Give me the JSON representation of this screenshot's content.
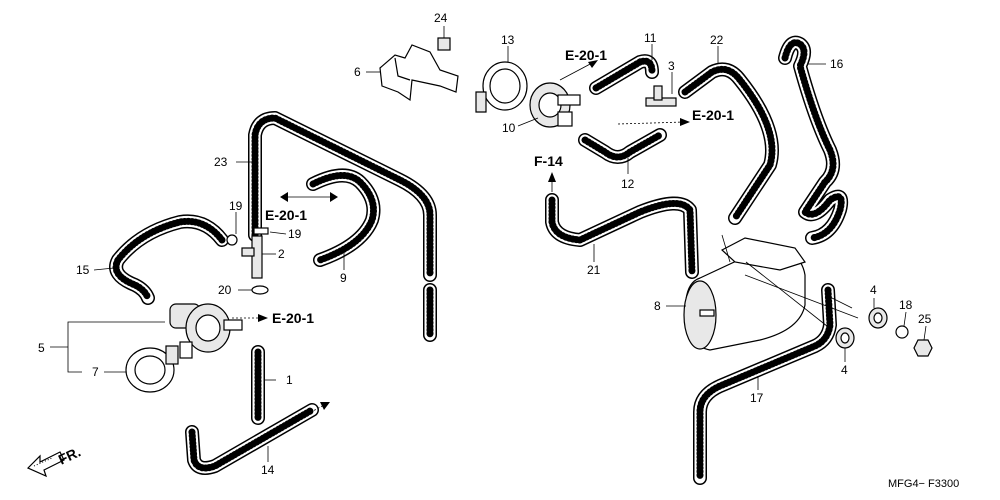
{
  "callouts": [
    {
      "id": "c24",
      "text": "24"
    },
    {
      "id": "c13",
      "text": "13"
    },
    {
      "id": "c11",
      "text": "11"
    },
    {
      "id": "c22",
      "text": "22"
    },
    {
      "id": "c16",
      "text": "16"
    },
    {
      "id": "c6top",
      "text": "6"
    },
    {
      "id": "c3",
      "text": "3"
    },
    {
      "id": "c10",
      "text": "10"
    },
    {
      "id": "c12",
      "text": "12"
    },
    {
      "id": "c23",
      "text": "23"
    },
    {
      "id": "c19a",
      "text": "19"
    },
    {
      "id": "c19b",
      "text": "19"
    },
    {
      "id": "c2",
      "text": "2"
    },
    {
      "id": "c15",
      "text": "15"
    },
    {
      "id": "c20",
      "text": "20"
    },
    {
      "id": "c9",
      "text": "9"
    },
    {
      "id": "c21",
      "text": "21"
    },
    {
      "id": "c8",
      "text": "8"
    },
    {
      "id": "c4a",
      "text": "4"
    },
    {
      "id": "c18",
      "text": "18"
    },
    {
      "id": "c25",
      "text": "25"
    },
    {
      "id": "c4b",
      "text": "4"
    },
    {
      "id": "c5",
      "text": "5"
    },
    {
      "id": "c7",
      "text": "7"
    },
    {
      "id": "c1",
      "text": "1"
    },
    {
      "id": "c17",
      "text": "17"
    },
    {
      "id": "c14",
      "text": "14"
    }
  ],
  "refs": {
    "e201_top": "E-20-1",
    "e201_right": "E-20-1",
    "e201_left": "E-20-1",
    "e201_bottom": "E-20-1",
    "f14": "F-14"
  },
  "direction_label": "FR.",
  "diagram_code": "MFG4− F3300"
}
